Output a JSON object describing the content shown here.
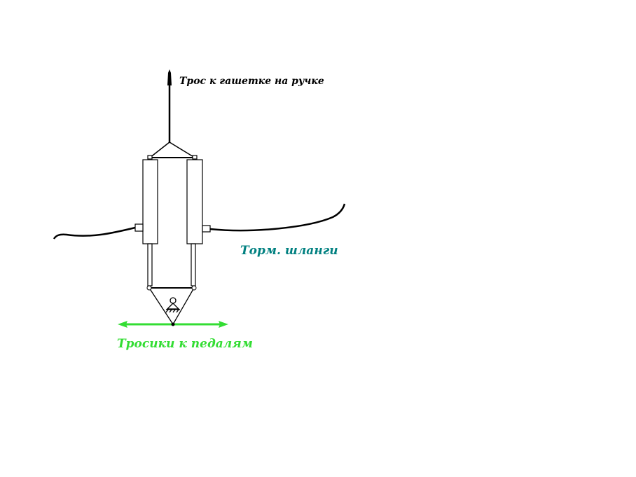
{
  "labels": {
    "top_cable": "Трос к гашетке на ручке",
    "brake_hoses": "Торм. шланги",
    "pedal_cables": "Тросики к педалям"
  },
  "colors": {
    "line": "#000000",
    "hoses_label": "#008080",
    "pedal_cables": "#33dd33"
  }
}
